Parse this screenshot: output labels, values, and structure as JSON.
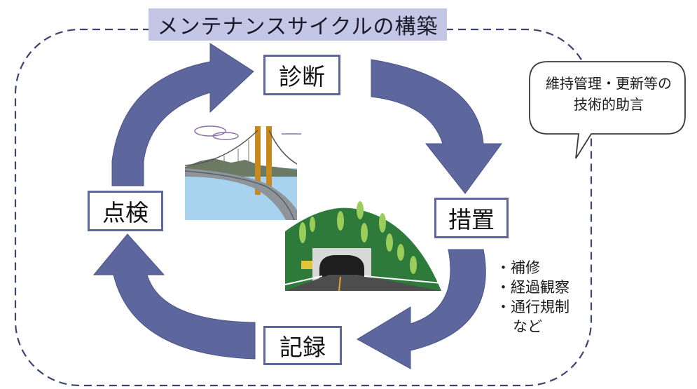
{
  "title": "メンテナンスサイクルの構築",
  "steps": {
    "diagnosis": "診断",
    "action": "措置",
    "record": "記録",
    "inspection": "点検"
  },
  "callout": {
    "line1": "維持管理・更新等の",
    "line2": "技術的助言"
  },
  "measures": {
    "items": [
      "・補修",
      "・経過観察",
      "・通行規制"
    ],
    "etc": "など"
  },
  "colors": {
    "arrow": "#5d679e",
    "title_bg": "#c4c6e6",
    "dashed_border": "#3c4470",
    "box_border": "#5d679e",
    "hill": "#2e7a3a",
    "water": "#a7d3ee"
  },
  "icons": {
    "bridge": "suspension-bridge-illustration",
    "tunnel": "tunnel-illustration"
  }
}
